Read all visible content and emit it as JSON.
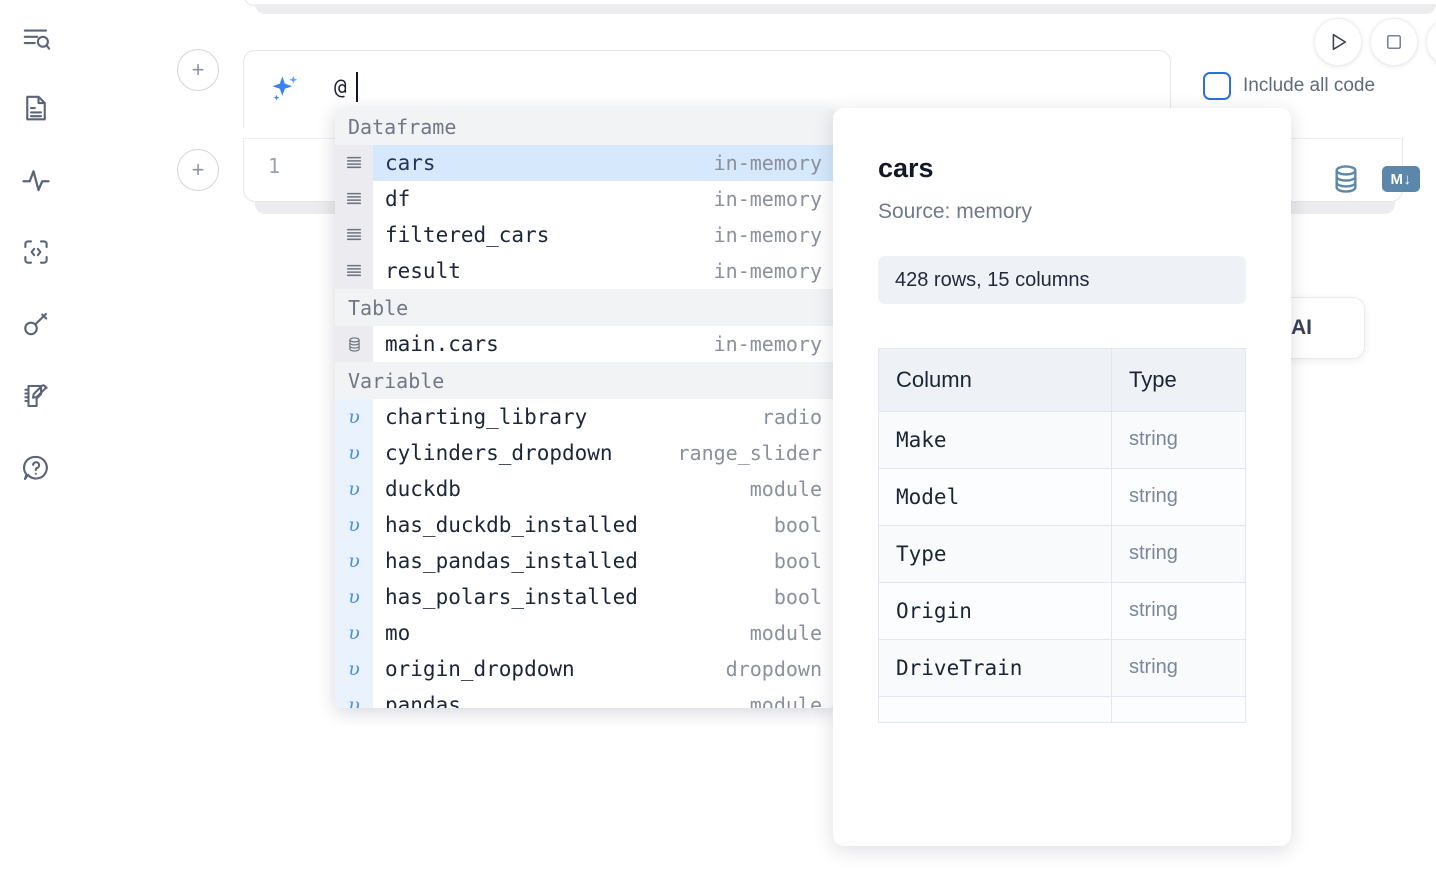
{
  "rail": {
    "items": [
      {
        "name": "explore-search-icon",
        "label": "Explore"
      },
      {
        "name": "file-document-icon",
        "label": "Files"
      },
      {
        "name": "activity-pulse-icon",
        "label": "Activity"
      },
      {
        "name": "code-snippet-icon",
        "label": "Snippets"
      },
      {
        "name": "key-secrets-icon",
        "label": "Secrets"
      },
      {
        "name": "notebook-edit-icon",
        "label": "Scratchpad"
      },
      {
        "name": "help-question-icon",
        "label": "Help"
      }
    ]
  },
  "toolbar": {
    "run_label": "Run",
    "stop_label": "Stop",
    "extra_label": "More",
    "include_all_code_label": "Include all code",
    "include_all_code_checked": false,
    "accent_color": "#2f6fdb"
  },
  "prompt": {
    "icon": "sparkle-ai-icon",
    "value": "@",
    "add_cell_label": "+"
  },
  "code_cell": {
    "line_number": "1",
    "db_icon": "database-icon",
    "markdown_badge": "M↓"
  },
  "ai_pill": {
    "label": "with AI"
  },
  "autocomplete": {
    "sections": [
      {
        "title": "Dataframe",
        "icon": "dataframe-rows-icon",
        "icon_glyph": "☰",
        "icon_kind": "df",
        "items": [
          {
            "name": "cars",
            "type": "in-memory",
            "selected": true
          },
          {
            "name": "df",
            "type": "in-memory",
            "selected": false
          },
          {
            "name": "filtered_cars",
            "type": "in-memory",
            "selected": false
          },
          {
            "name": "result",
            "type": "in-memory",
            "selected": false
          }
        ]
      },
      {
        "title": "Table",
        "icon": "database-table-icon",
        "icon_glyph": "⛁",
        "icon_kind": "tbl",
        "items": [
          {
            "name": "main.cars",
            "type": "in-memory",
            "selected": false
          }
        ]
      },
      {
        "title": "Variable",
        "icon": "variable-icon",
        "icon_glyph": "υ",
        "icon_kind": "var",
        "items": [
          {
            "name": "charting_library",
            "type": "radio",
            "selected": false
          },
          {
            "name": "cylinders_dropdown",
            "type": "range_slider",
            "selected": false
          },
          {
            "name": "duckdb",
            "type": "module",
            "selected": false
          },
          {
            "name": "has_duckdb_installed",
            "type": "bool",
            "selected": false
          },
          {
            "name": "has_pandas_installed",
            "type": "bool",
            "selected": false
          },
          {
            "name": "has_polars_installed",
            "type": "bool",
            "selected": false
          },
          {
            "name": "mo",
            "type": "module",
            "selected": false
          },
          {
            "name": "origin_dropdown",
            "type": "dropdown",
            "selected": false
          },
          {
            "name": "pandas",
            "type": "module",
            "selected": false
          }
        ]
      }
    ]
  },
  "doc_panel": {
    "title": "cars",
    "source": "Source: memory",
    "shape": "428 rows, 15 columns",
    "table": {
      "headers": [
        "Column",
        "Type"
      ],
      "rows": [
        [
          "Make",
          "string"
        ],
        [
          "Model",
          "string"
        ],
        [
          "Type",
          "string"
        ],
        [
          "Origin",
          "string"
        ],
        [
          "DriveTrain",
          "string"
        ],
        [
          "",
          ""
        ]
      ]
    }
  }
}
